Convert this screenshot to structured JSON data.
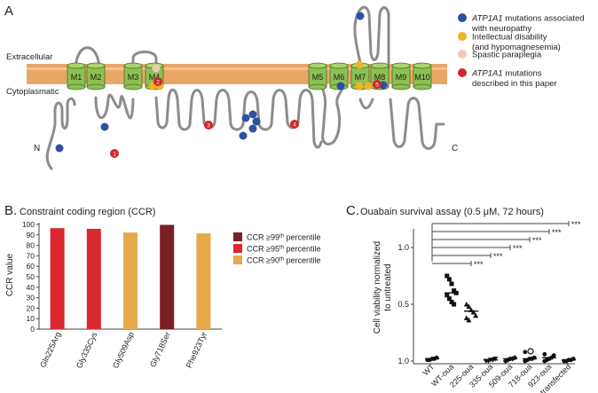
{
  "panel_a": {
    "label": "A",
    "extracellular": "Extracellular",
    "cytoplasmatic": "Cytoplasmatic",
    "n_term": "N",
    "c_term": "C",
    "segments": [
      "M1",
      "M2",
      "M3",
      "M4",
      "M5",
      "M6",
      "M7",
      "M8",
      "M9",
      "M10"
    ],
    "mutation_numbers": [
      "1",
      "2",
      "3",
      "4",
      "5"
    ],
    "legend": [
      {
        "text_italic": "ATP1A1",
        "text": " mutations associated",
        "line2": "with neuropathy",
        "color": "#2e4fa3"
      },
      {
        "text_italic": "",
        "text": "Intellectual disability",
        "line2": "(and hypomagnesemia)",
        "color": "#f0b323"
      },
      {
        "text_italic": "",
        "text": "Spastic paraplegia",
        "line2": "",
        "color": "#f2c8b8"
      },
      {
        "text_italic": "ATP1A1",
        "text": " mutations",
        "line2": "described in this paper",
        "color": "#d1262b"
      }
    ],
    "colors": {
      "membrane": "#e9a765",
      "segment": "#8cc152",
      "loop": "#8c8c8c"
    }
  },
  "panel_b": {
    "label": "B.",
    "title": "Constraint coding region (CCR)",
    "chart_data": {
      "type": "bar",
      "title": "Constraint coding region (CCR)",
      "categories": [
        "Gln225Arg",
        "Gly335Cys",
        "Gly509Asp",
        "Gly718Ser",
        "Phe923Tyr"
      ],
      "values": [
        96.5,
        95.8,
        92.3,
        99.6,
        91.5
      ],
      "bar_colors": [
        "#d9282f",
        "#d9282f",
        "#e8a94a",
        "#7a1f24",
        "#e8a94a"
      ],
      "ylabel": "CCR value",
      "ylim": [
        0,
        100
      ],
      "yticks": [
        "0",
        "10",
        "20",
        "30",
        "40",
        "50",
        "60",
        "70",
        "80",
        "90",
        "100"
      ],
      "legend": [
        {
          "prefix": "CCR ≥99",
          "sup": "th",
          "suffix": " percentile",
          "color": "#7a1f24"
        },
        {
          "prefix": "CCR ≥95",
          "sup": "th",
          "suffix": " percentile",
          "color": "#d9282f"
        },
        {
          "prefix": "CCR ≥90",
          "sup": "th",
          "suffix": " percentile",
          "color": "#e8a94a"
        }
      ]
    }
  },
  "panel_c": {
    "label": "C.",
    "title": "Ouabain survival assay (0.5 μM, 72 hours)",
    "chart_data": {
      "type": "scatter",
      "title": "Ouabain survival assay (0.5 μM, 72 hours)",
      "ylabel_line1": "Cell viability normalized",
      "ylabel_line2": "to untreated",
      "yticks": [
        "1.0",
        "0.5",
        "1.0"
      ],
      "categories": [
        "WT",
        "WT-oua",
        "225-oua",
        "335-oua",
        "509-oua",
        "718-oua",
        "923-oua",
        "Untransfected"
      ],
      "series": [
        {
          "category": "WT",
          "values": [
            0.01,
            0.01,
            0.02,
            0.02,
            0.03
          ],
          "mean": 0.02
        },
        {
          "category": "WT-oua",
          "values": [
            0.75,
            0.72,
            0.68,
            0.62,
            0.6,
            0.58,
            0.55,
            0.52,
            0.5
          ],
          "mean": 0.6
        },
        {
          "category": "225-oua",
          "values": [
            0.5,
            0.48,
            0.45,
            0.43,
            0.4,
            0.38,
            0.36
          ],
          "mean": 0.44
        },
        {
          "category": "335-oua",
          "values": [
            0.0,
            0.0,
            0.01,
            0.01,
            0.02
          ],
          "mean": 0.01
        },
        {
          "category": "509-oua",
          "values": [
            0.0,
            0.01,
            0.02,
            0.02,
            0.03
          ],
          "mean": 0.02
        },
        {
          "category": "718-oua",
          "values": [
            0.0,
            0.01,
            0.02,
            0.02,
            0.03,
            0.08
          ],
          "mean": 0.02
        },
        {
          "category": "923-oua",
          "values": [
            0.0,
            0.01,
            0.02,
            0.03,
            0.05,
            0.06
          ],
          "mean": 0.03
        },
        {
          "category": "Untransfected",
          "values": [
            0.0,
            0.0,
            0.01,
            0.01,
            0.02
          ],
          "mean": 0.01
        }
      ],
      "significance": [
        "***",
        "***",
        "***",
        "***",
        "***",
        "***"
      ]
    }
  }
}
